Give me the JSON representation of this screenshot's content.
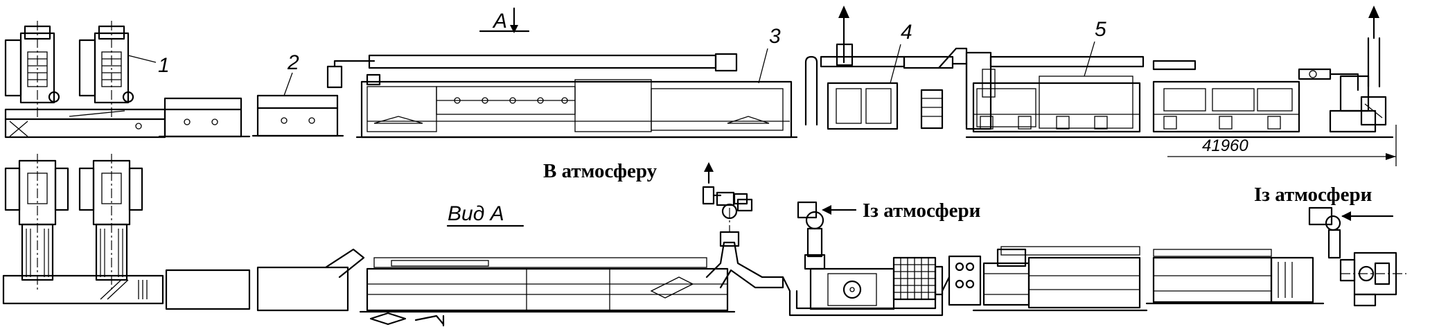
{
  "callouts": {
    "n1": "1",
    "n2": "2",
    "n3": "3",
    "n4": "4",
    "n5": "5"
  },
  "section_marker": "A",
  "view_label": "Вид А",
  "dimension": "41960",
  "annotations": {
    "to_atmosphere": "В атмосферу",
    "from_atmosphere_1": "Із атмосфери",
    "from_atmosphere_2": "Із атмосфери"
  }
}
